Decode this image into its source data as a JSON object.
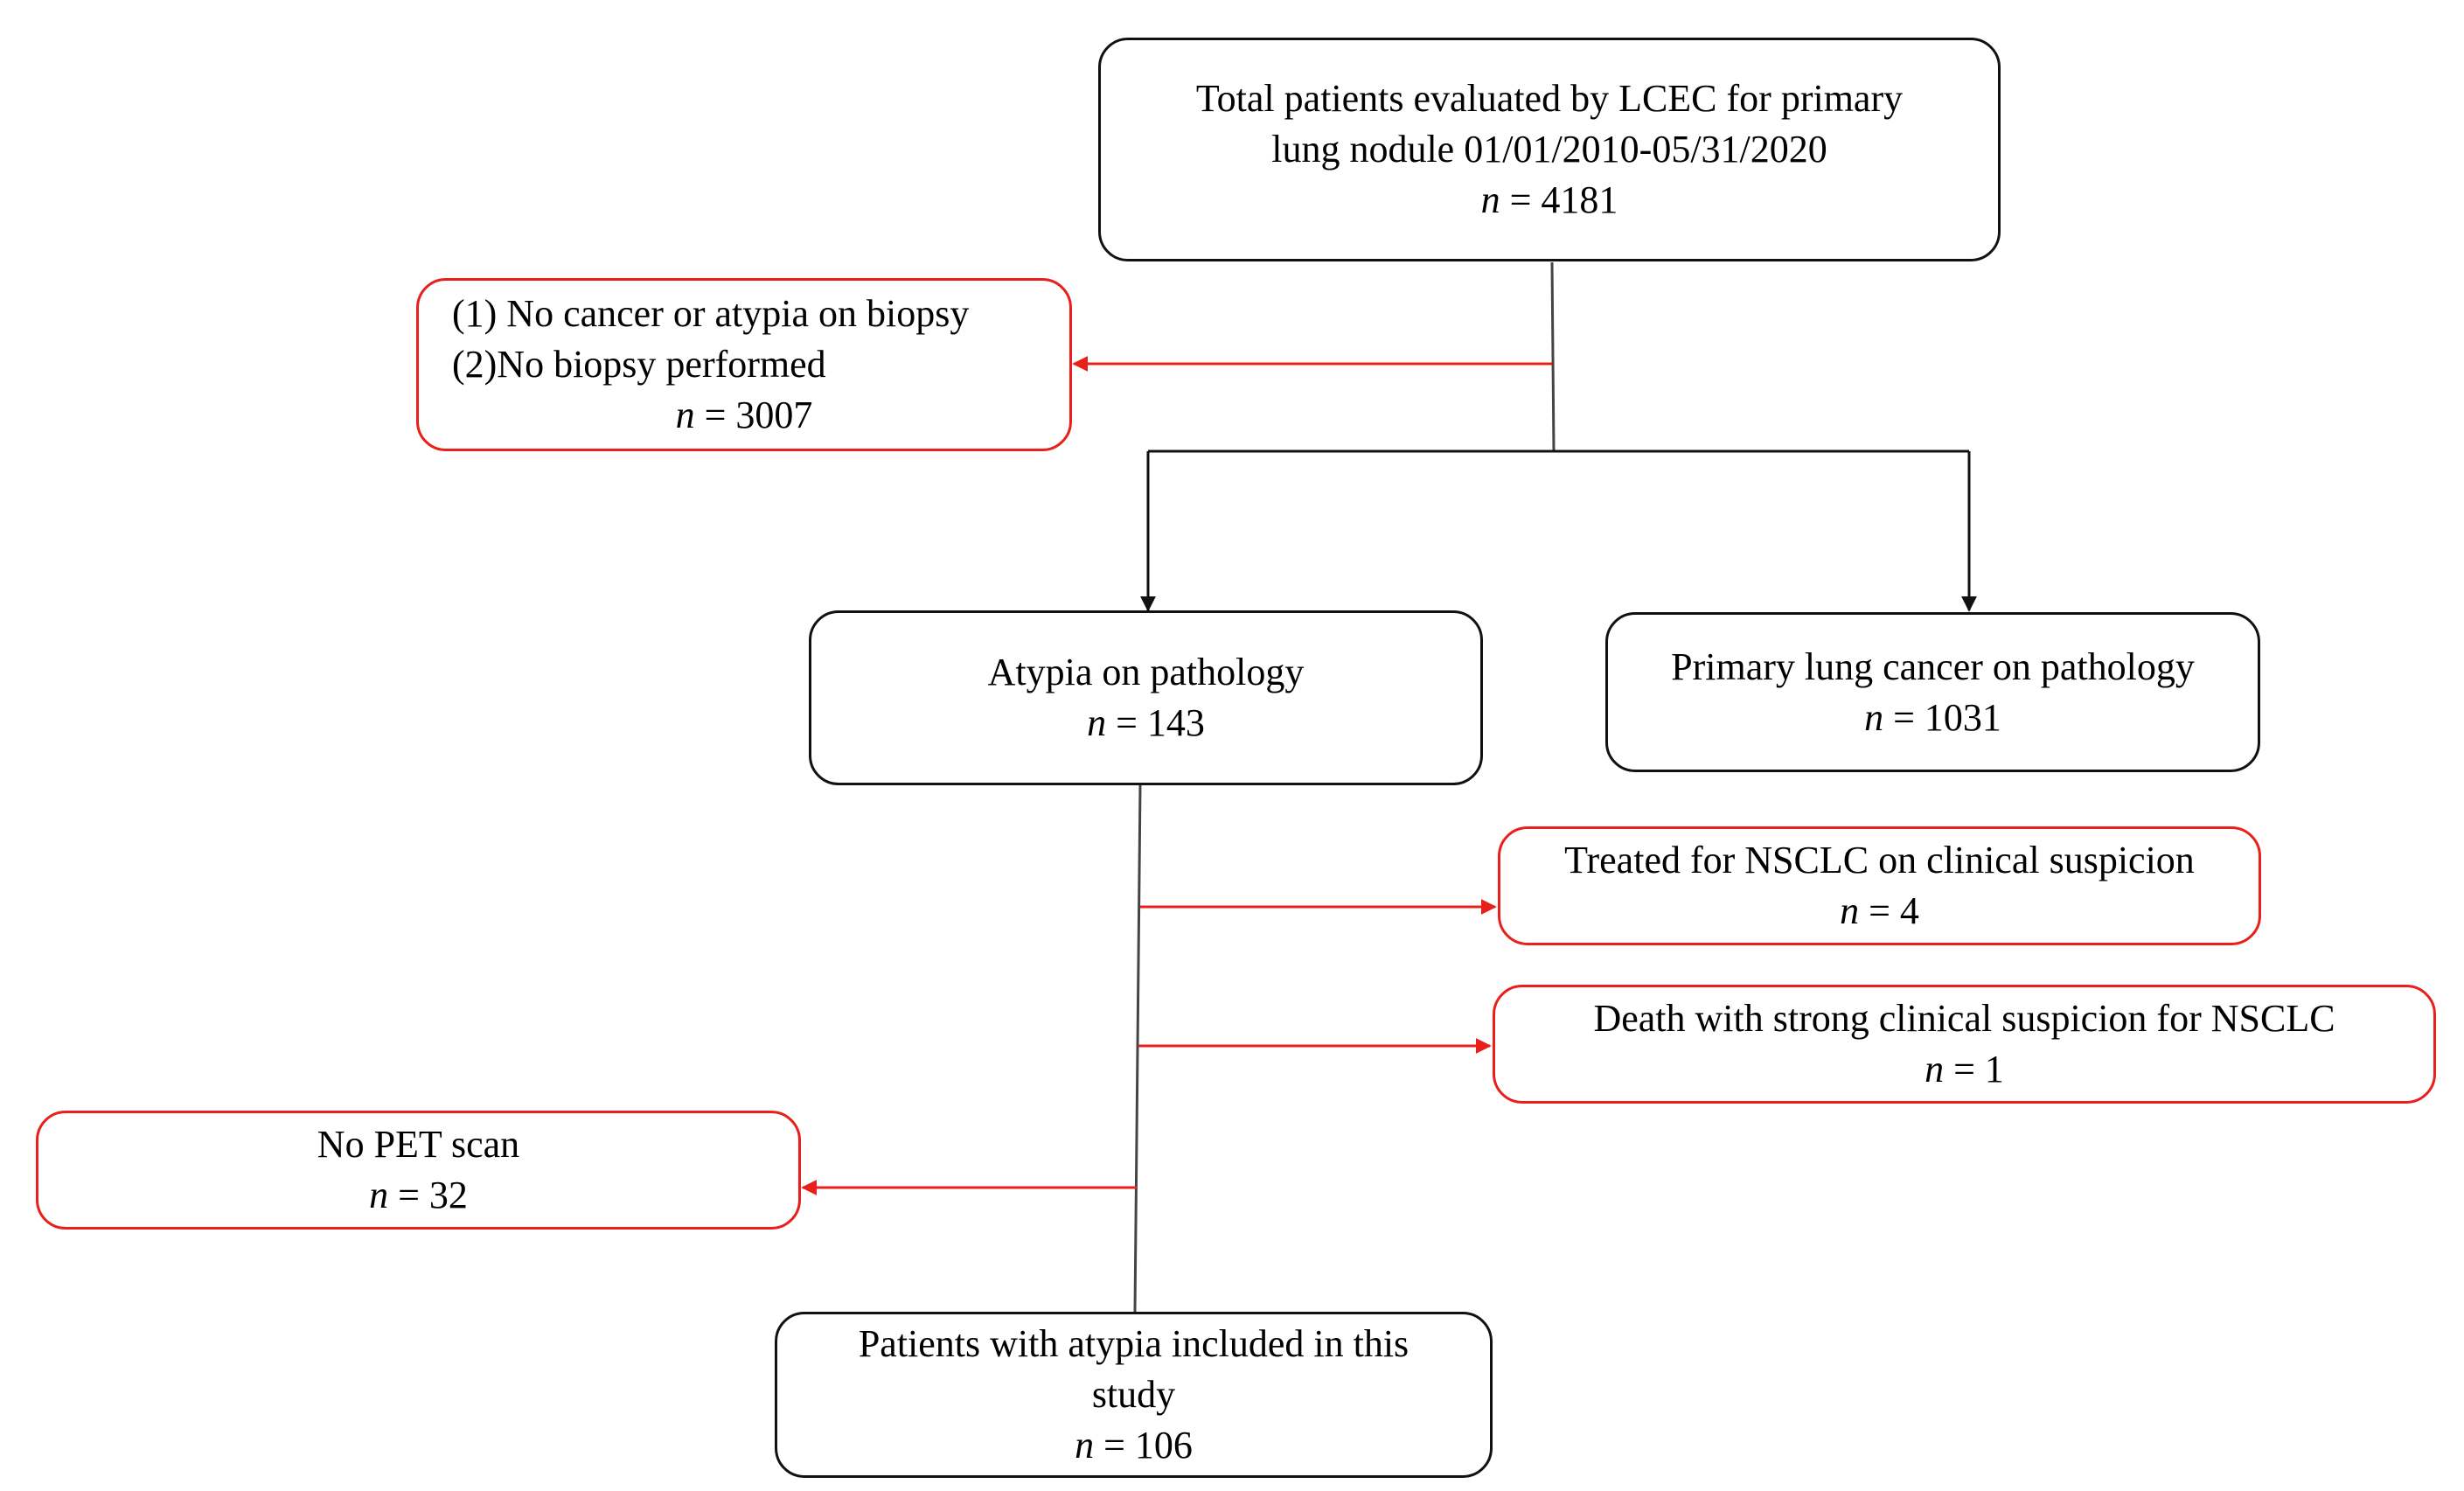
{
  "diagram": {
    "type": "flowchart",
    "colors": {
      "main_border": "#111111",
      "exclusion": "#e8201b"
    },
    "nodes": {
      "total": {
        "lines": [
          "Total patients evaluated by LCEC for primary",
          "lung nodule 01/01/2010-05/31/2020"
        ],
        "n_label": "n",
        "n_value": "= 4181"
      },
      "excluded_biopsy": {
        "lines": [
          "(1) No cancer or atypia on biopsy",
          "(2)No biopsy performed"
        ],
        "n_label": "n",
        "n_value": "= 3007"
      },
      "atypia": {
        "lines": [
          "Atypia on pathology"
        ],
        "n_label": "n",
        "n_value": "= 143"
      },
      "primary_cancer": {
        "lines": [
          "Primary lung cancer on pathology"
        ],
        "n_label": "n",
        "n_value": "= 1031"
      },
      "treated_nsclc": {
        "lines": [
          "Treated for NSCLC on clinical suspicion"
        ],
        "n_label": "n",
        "n_value": "= 4"
      },
      "death_nsclc": {
        "lines": [
          "Death with strong clinical suspicion for NSCLC"
        ],
        "n_label": "n",
        "n_value": "= 1"
      },
      "no_pet": {
        "lines": [
          "No PET scan"
        ],
        "n_label": "n",
        "n_value": "= 32"
      },
      "included": {
        "lines": [
          "Patients with atypia included in this",
          "study"
        ],
        "n_label": "n",
        "n_value": "= 106"
      }
    }
  }
}
